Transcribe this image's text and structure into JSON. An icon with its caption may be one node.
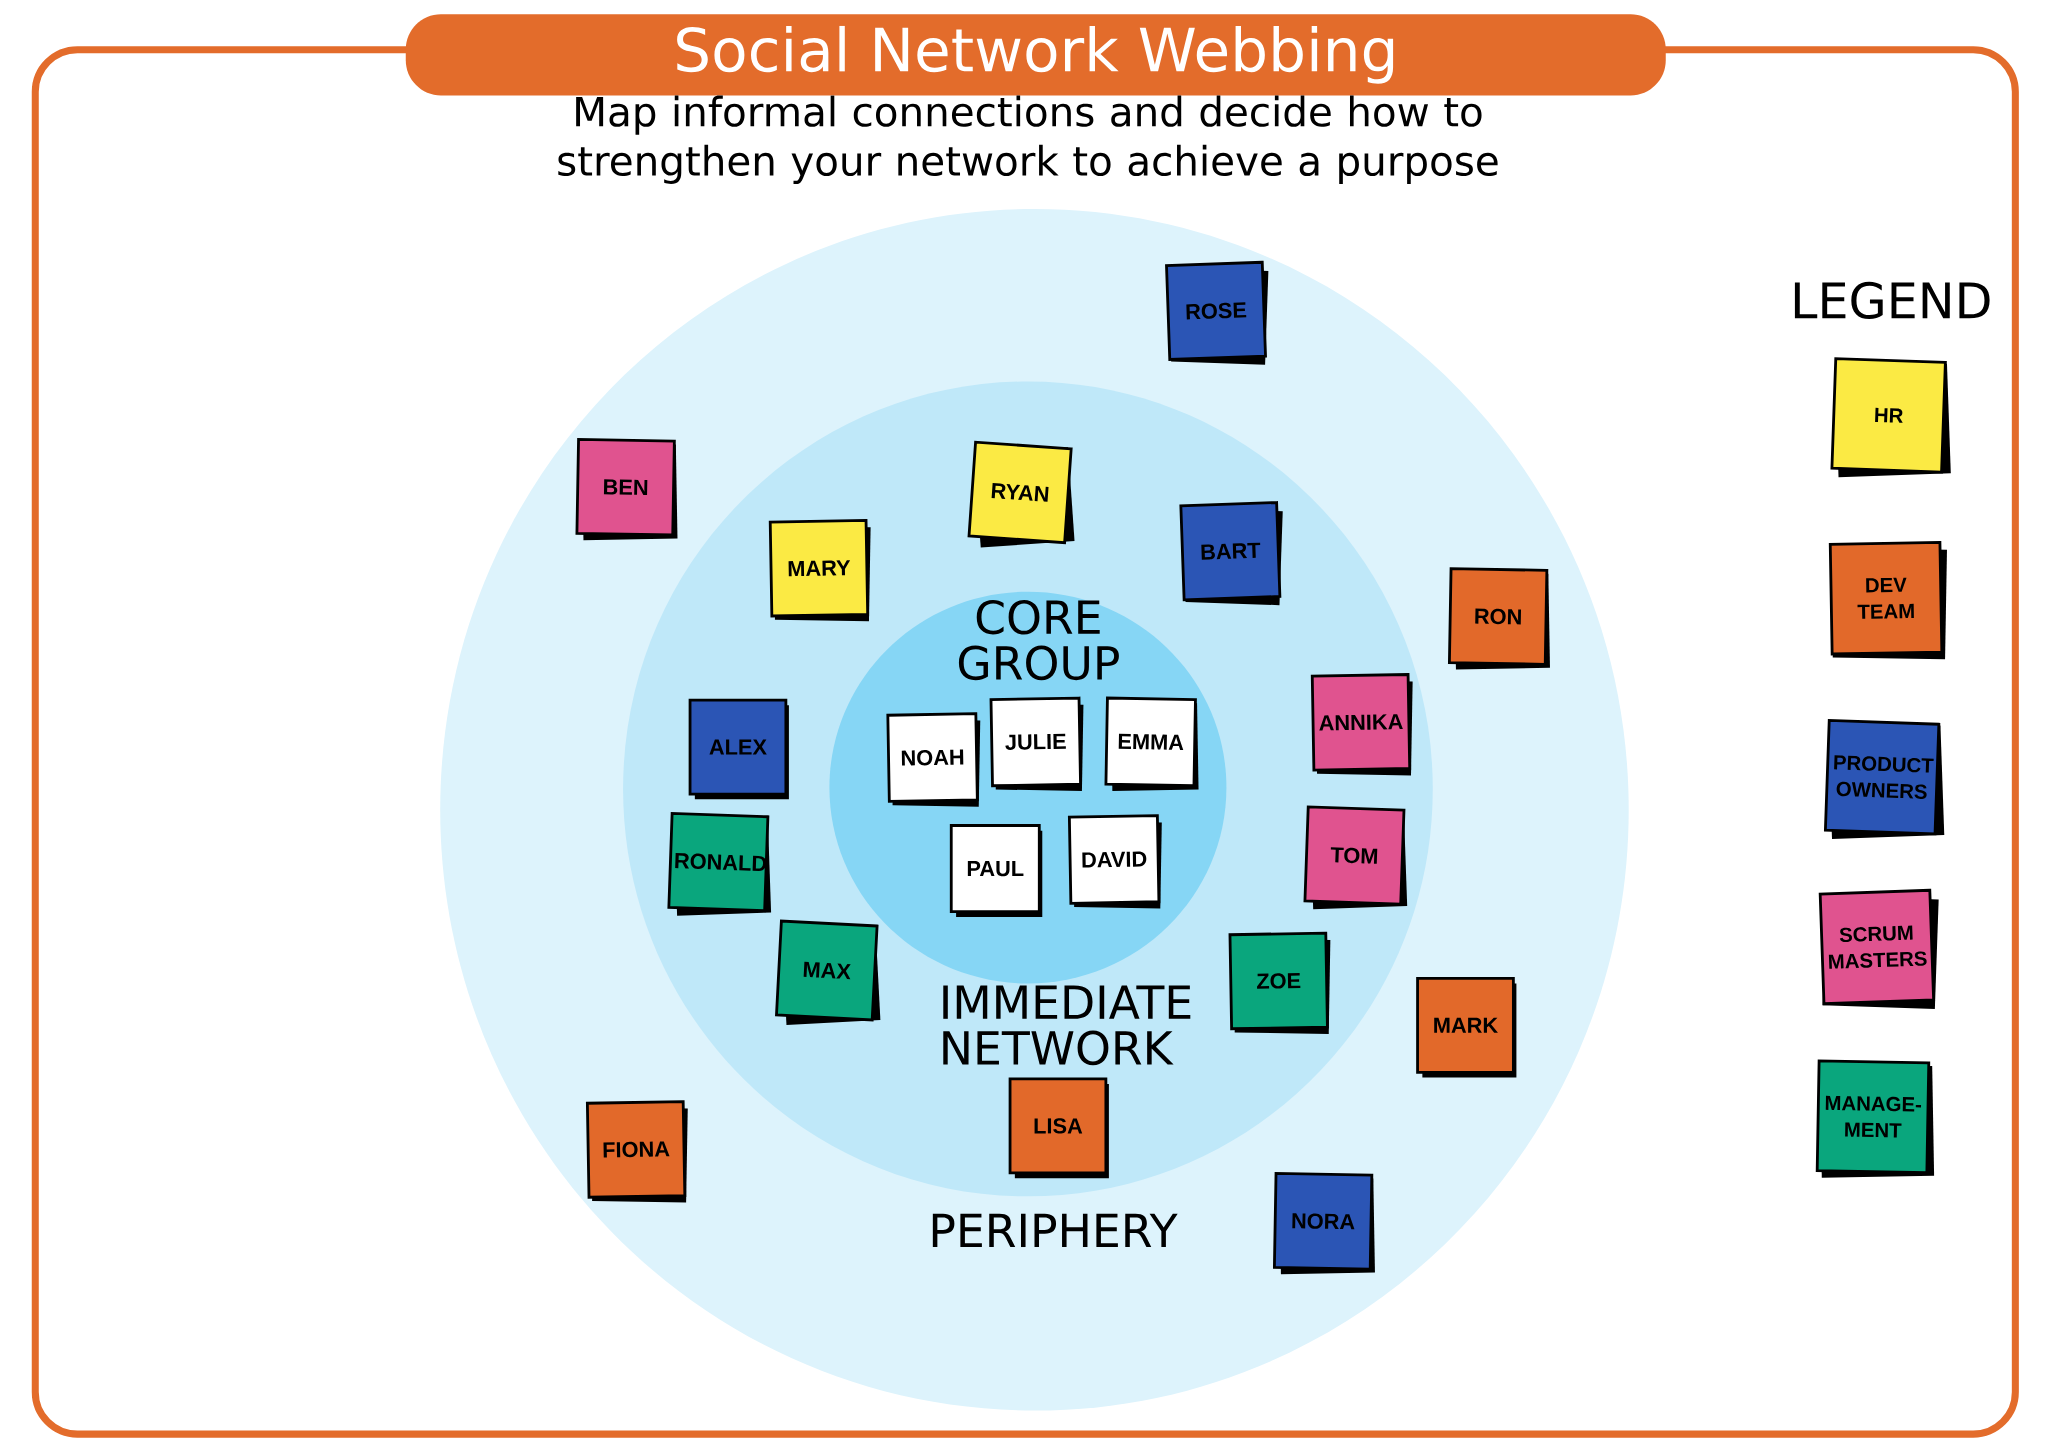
{
  "diagram": {
    "title": "Social Network Webbing",
    "nodes": [
      {
        "text": [
          "PERIPHERY"
        ]
      },
      {
        "text": [
          "IMMEDIATE NETWORK"
        ],
        "in": 0
      },
      {
        "text": [
          "CORE GROUP"
        ],
        "in": 1
      },
      {
        "text": [
          "ROSE"
        ],
        "in": 0
      },
      {
        "text": [
          "BEN"
        ],
        "in": 0
      },
      {
        "text": [
          "RYAN"
        ],
        "in": 1
      },
      {
        "text": [
          "BART"
        ],
        "in": 1
      },
      {
        "text": [
          "MARY"
        ],
        "in": 1
      },
      {
        "text": [
          "RON"
        ],
        "in": 0
      },
      {
        "text": [
          "ANNIKA"
        ],
        "in": 1
      },
      {
        "text": [
          "JULIE"
        ],
        "in": 2
      },
      {
        "text": [
          "EMMA"
        ],
        "in": 2
      },
      {
        "text": [
          "ALEX"
        ],
        "in": 1
      },
      {
        "text": [
          "NOAH"
        ],
        "in": 2
      },
      {
        "text": [
          "TOM"
        ],
        "in": 1
      },
      {
        "text": [
          "DAVID"
        ],
        "in": 2
      },
      {
        "text": [
          "RONALD"
        ],
        "in": 1
      },
      {
        "text": [
          "PAUL"
        ],
        "in": 2
      },
      {
        "text": [
          "MAX"
        ],
        "in": 1
      },
      {
        "text": [
          "ZOE"
        ],
        "in": 1
      },
      {
        "text": [
          "MARK"
        ],
        "in": 0
      },
      {
        "text": [
          "LISA"
        ],
        "in": 1
      },
      {
        "text": [
          "FIONA"
        ],
        "in": 0
      },
      {
        "text": [
          "NORA"
        ],
        "in": 0
      }
    ],
    "labels": [
      "Map informal connections and decide how to strengthen your network to achieve a purpose",
      "LEGEND"
    ],
    "legend": [
      {
        "text": "HR",
        "color": "#fbea44"
      },
      {
        "text": "DEV TEAM",
        "color": "#e2692a"
      },
      {
        "text": "PRODUCT OWNERS",
        "color": "#2b55b5"
      },
      {
        "text": "SCRUM MASTERS",
        "color": "#e0538f"
      },
      {
        "text": "MANAGE- MENT",
        "color": "#0aa67d"
      }
    ]
  }
}
